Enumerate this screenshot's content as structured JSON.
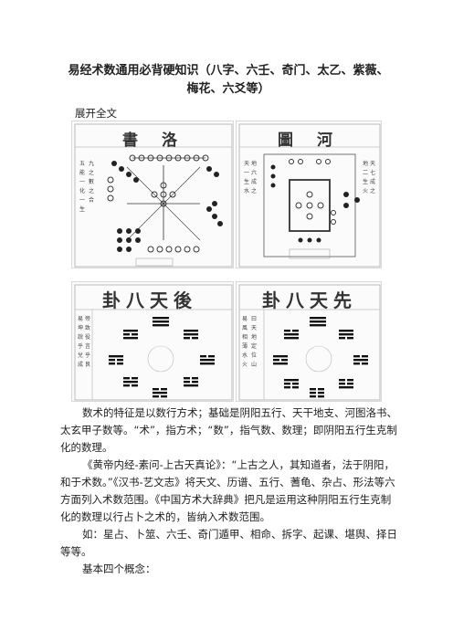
{
  "title_line1": "易经术数通用必背硬知识（八字、六壬、奇门、太乙、紫薇、",
  "title_line2": "梅花、六爻等）",
  "expand_label": "展开全文",
  "figures": {
    "luoshu_title": "書 洛",
    "hetu_title": "圖 河",
    "houtian_title": "卦八天後",
    "xiantian_title": "卦八天先"
  },
  "paragraphs": [
    "数术的特征是以数行方术；基础是阴阳五行、天干地支、河图洛书、太玄甲子数等。“术”，指方术；“数”，指气数、数理；即阴阳五行生克制化的数理。",
    "《黄帝内经-素问-上古天真论》：“上古之人，其知道者，法于阴阳，和于术数。”《汉书-艺文志》将天文、历谱、五行、蓍龟、杂占、形法等六方面列入术数范围。《中国方术大辞典》把凡是运用这种阴阳五行生克制化的数理以行占卜之术的，皆纳入术数范围。",
    "如：星占、卜筮、六壬、奇门遁甲、相命、拆字、起课、堪舆、择日等等。",
    "基本四个概念："
  ]
}
